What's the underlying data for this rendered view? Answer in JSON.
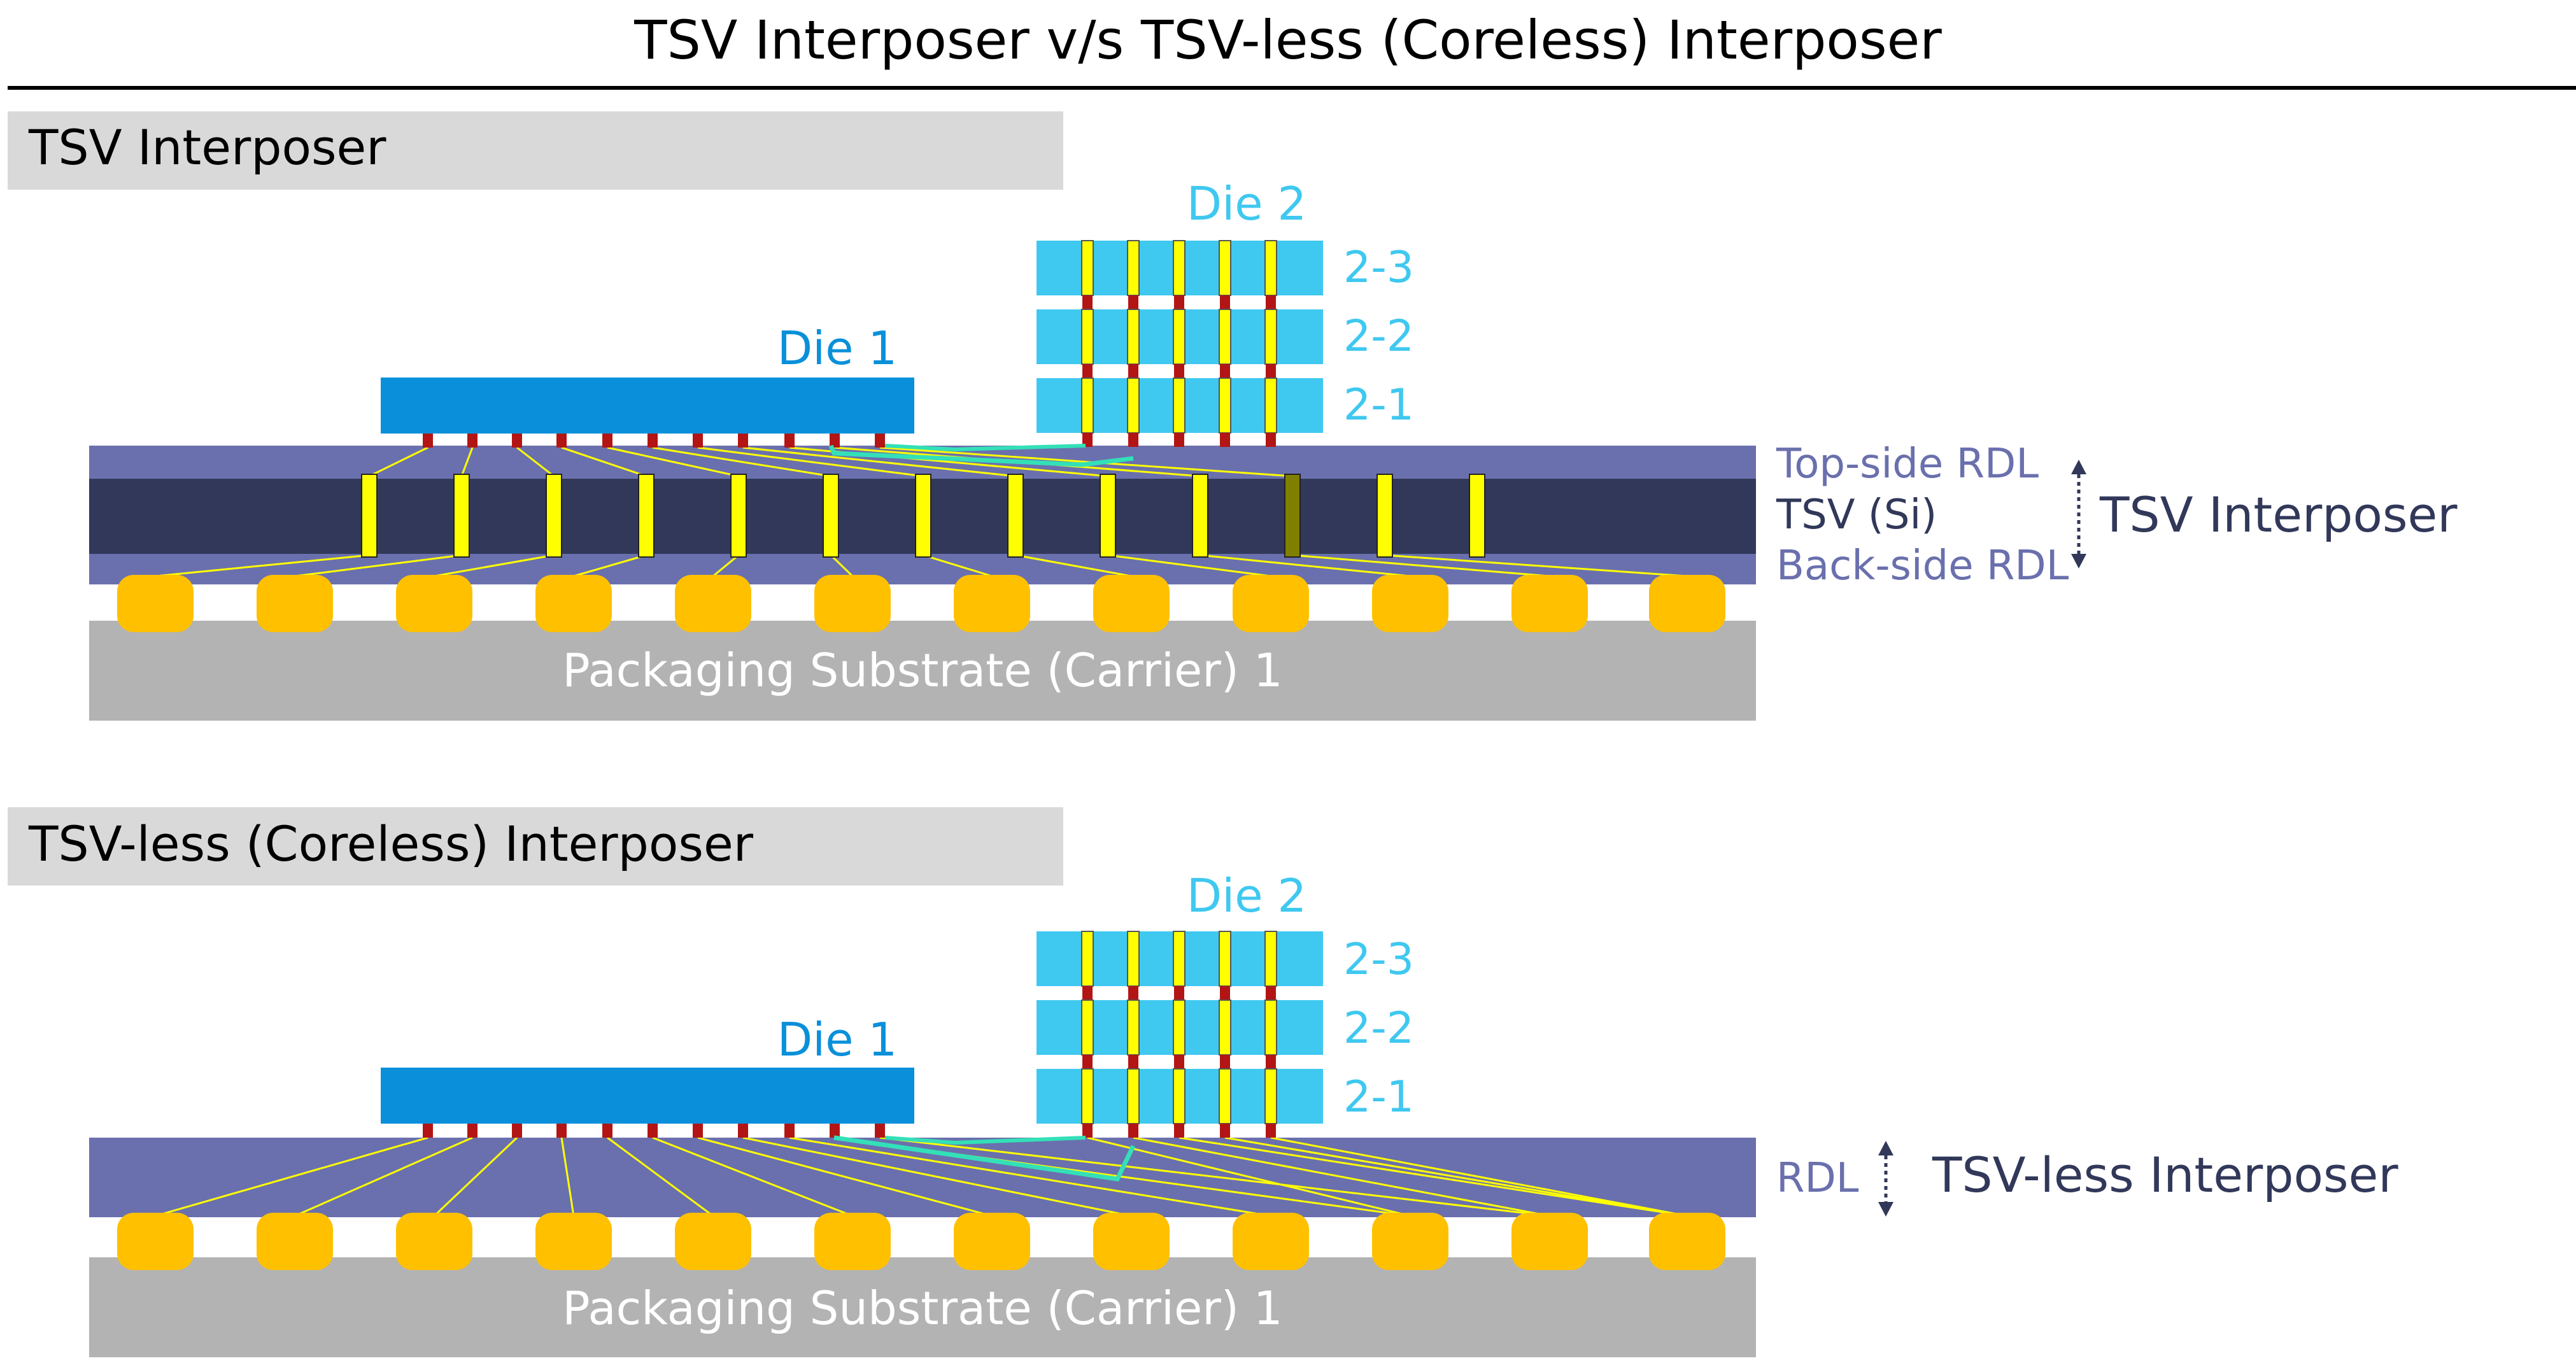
{
  "title": "TSV Interposer v/s TSV-less (Coreless) Interposer",
  "colors": {
    "header_bar": "#d9d9d9",
    "die1": "#0a90da",
    "die2": "#3fc8f0",
    "rdl": "#6a70ad",
    "tsv_si": "#313859",
    "via": "#ffff00",
    "via_dim": "#808000",
    "microbump": "#b31515",
    "solder_ball": "#ffc000",
    "substrate": "#b3b3b3",
    "bridge_trace": "#33e0b8",
    "label_rdl": "#6a70ad",
    "label_dark": "#313859",
    "label_die1": "#0a90da",
    "label_die2": "#3fc8f0"
  },
  "panels": [
    {
      "header": "TSV Interposer",
      "die1_label": "Die 1",
      "die2_label": "Die 2",
      "stack_labels": [
        "2-3",
        "2-2",
        "2-1"
      ],
      "substrate_label": "Packaging Substrate (Carrier) 1",
      "layer_labels": [
        "Top-side RDL",
        "TSV (Si)",
        "Back-side RDL"
      ],
      "bracket_label": "TSV Interposer",
      "tsv_count": 13,
      "solder_ball_count": 12
    },
    {
      "header": "TSV-less (Coreless) Interposer",
      "die1_label": "Die 1",
      "die2_label": "Die 2",
      "stack_labels": [
        "2-3",
        "2-2",
        "2-1"
      ],
      "substrate_label": "Packaging Substrate (Carrier) 1",
      "layer_labels": [
        "RDL"
      ],
      "bracket_label": "TSV-less Interposer",
      "solder_ball_count": 12
    }
  ]
}
